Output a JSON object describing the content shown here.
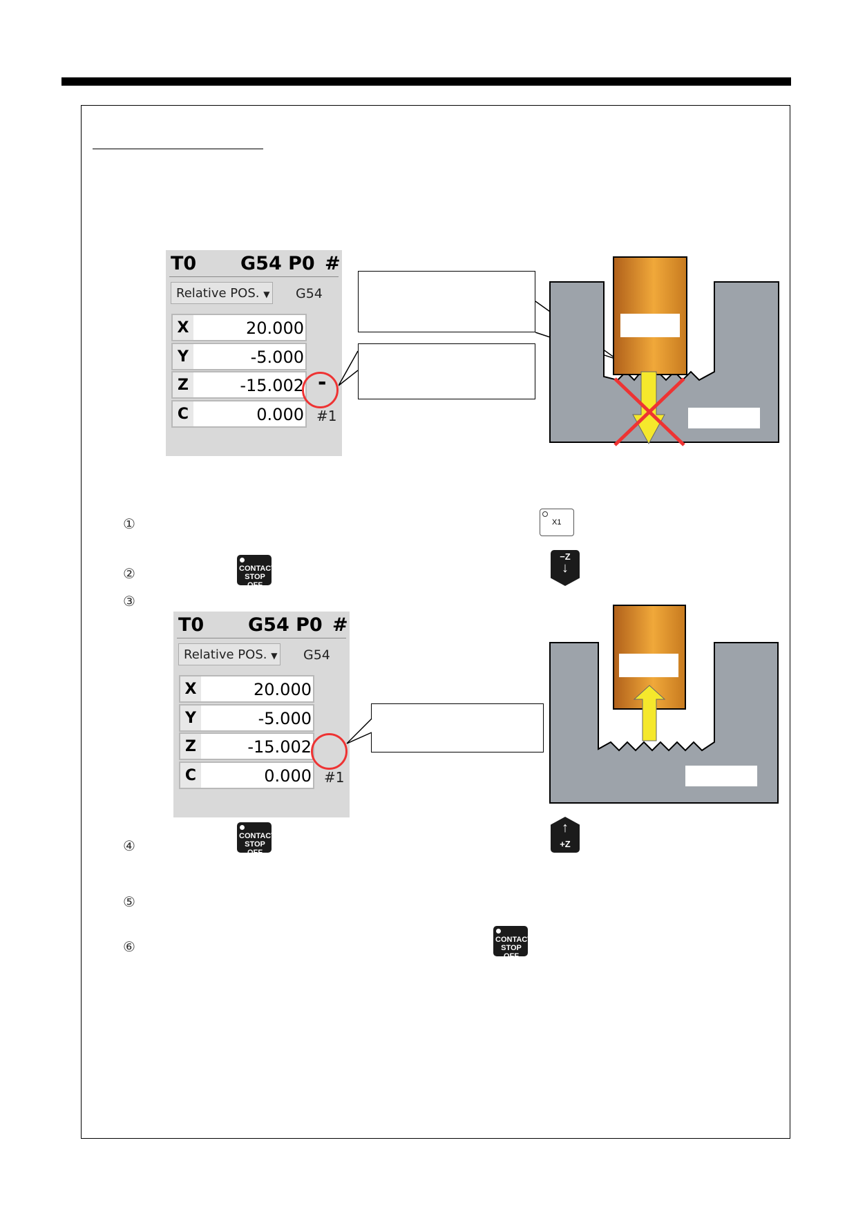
{
  "panel": {
    "tool": "T0",
    "workpiece": "G54 P0",
    "hash": "#",
    "mode": "Relative POS.",
    "coord_system": "G54",
    "axes": [
      {
        "label": "X",
        "value": "20.000"
      },
      {
        "label": "Y",
        "value": "-5.000"
      },
      {
        "label": "Z",
        "value": "-15.002"
      },
      {
        "label": "C",
        "value": "0.000"
      }
    ],
    "index": "#1"
  },
  "panel_first": {
    "z_direction": "-"
  },
  "steps": [
    "①",
    "②",
    "③",
    "④",
    "⑤",
    "⑥"
  ],
  "keys": {
    "x1": "X1",
    "contact_top": "CONTACT",
    "contact_bottom": "STOP OFF",
    "minus_z": "−Z",
    "plus_z": "+Z"
  },
  "colors": {
    "tool": "#e79a2a",
    "workpiece": "#9da3aa",
    "arrow": "#f5e82c",
    "highlight": "#e33333"
  }
}
